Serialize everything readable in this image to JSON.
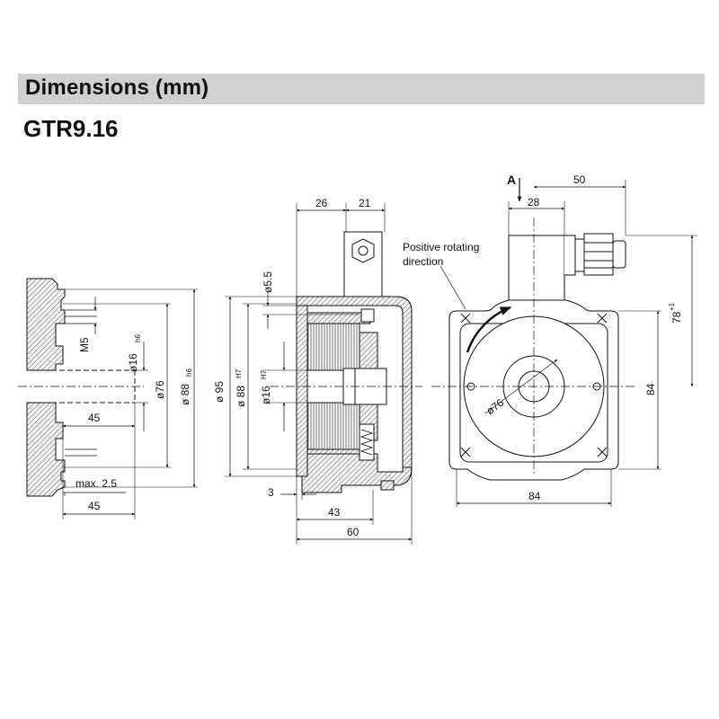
{
  "header": {
    "title": "Dimensions  (mm)"
  },
  "model": {
    "name": "GTR9.16"
  },
  "labels": {
    "view_arrow": "A",
    "rotation_note_line1": "Positive rotating",
    "rotation_note_line2": "direction"
  },
  "dimensions": {
    "left_view": {
      "m5": "M5",
      "d16": "ø16",
      "d16_tol": "h6",
      "d76": "ø76",
      "d88": "ø 88",
      "d88_tol": "h6",
      "len45_upper": "45",
      "max25": "max. 2.5",
      "len45_lower": "45"
    },
    "section_view": {
      "w26": "26",
      "w21": "21",
      "d55": "ø5.5",
      "d95": "ø 95",
      "d88": "ø 88",
      "d88_tol": "H7",
      "d16": "ø16",
      "d16_tol": "H7",
      "w3": "3",
      "w43": "43",
      "w60": "60"
    },
    "front_view": {
      "w50": "50",
      "w28": "28",
      "h78": "78",
      "h78_tol": "+1",
      "h84": "84",
      "w84": "84",
      "d76": "ø76"
    }
  }
}
